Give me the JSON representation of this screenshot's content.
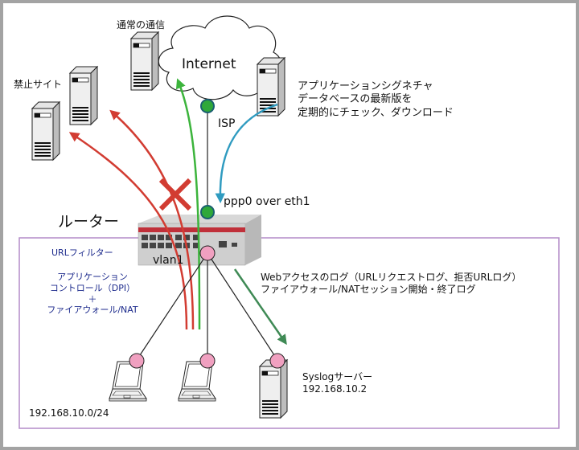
{
  "title": "ルーター構成図",
  "colors": {
    "frame": "#a3a3a3",
    "lan_box": "#b48cc8",
    "blocked_arrow": "#d23c32",
    "allowed_arrow": "#3cb43c",
    "download_arrow": "#2f9bc0",
    "log_arrow": "#3f8a55",
    "wan_node": "#2fa83a",
    "wan_node_border": "#1a5f70",
    "lan_node": "#f0a0c0",
    "blue_text": "#1c2a8c"
  },
  "labels": {
    "internet": "Internet",
    "normal_traffic": "通常の通信",
    "blocked_sites": "禁止サイト",
    "signature_lines": [
      "アプリケーションシグネチャ",
      "データベースの最新版を",
      "定期的にチェック、ダウンロード"
    ],
    "isp": "ISP",
    "ppp0": "ppp0 over eth1",
    "router": "ルーター",
    "vlan1": "vlan1",
    "url_filter": "URLフィルター",
    "features_lines": [
      "アプリケーション",
      "コントロール（DPI）",
      "＋",
      "ファイアウォール/NAT"
    ],
    "log_lines": [
      "Webアクセスのログ（URLリクエストログ、拒否URLログ）",
      "ファイアウォール/NATセッション開始・終了ログ"
    ],
    "syslog_lines": [
      "Syslogサーバー",
      "192.168.10.2"
    ],
    "lan_subnet": "192.168.10.0/24"
  },
  "icons": {
    "cloud": "cloud-icon",
    "server": "server-icon",
    "laptop": "laptop-icon",
    "router": "router-icon",
    "block": "x-mark-icon"
  }
}
